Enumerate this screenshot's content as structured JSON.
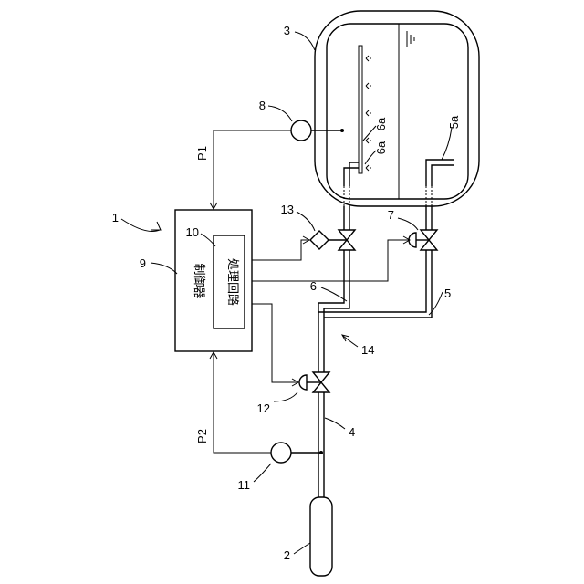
{
  "labels": {
    "system": "1",
    "cylinder": "2",
    "tank": "3",
    "pipe4": "4",
    "pipe5": "5",
    "nozzle5a": "5a",
    "pipe6": "6",
    "nozzle6a_upper": "6a",
    "nozzle6a_lower": "6a",
    "valve7": "7",
    "sensor8": "8",
    "controller": "9",
    "circuit": "10",
    "sensor11": "11",
    "valve12": "12",
    "valve13": "13",
    "junction14": "14",
    "signal_p1": "P1",
    "signal_p2": "P2",
    "controller_name": "制御器",
    "circuit_name": "処理回路"
  }
}
